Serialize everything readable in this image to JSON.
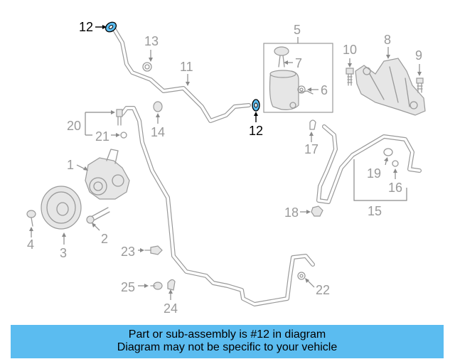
{
  "diagram": {
    "callouts": [
      "1",
      "2",
      "3",
      "4",
      "5",
      "6",
      "7",
      "8",
      "9",
      "10",
      "11",
      "12",
      "13",
      "14",
      "15",
      "16",
      "17",
      "18",
      "19",
      "20",
      "21",
      "22",
      "23",
      "24",
      "25"
    ],
    "highlight": {
      "part": "12",
      "color": "#5bbcf0"
    }
  },
  "banner": {
    "line1": "Part or sub-assembly is #12 in diagram",
    "line2": "Diagram may not be specific to your vehicle",
    "color": "#5bbcf0"
  }
}
